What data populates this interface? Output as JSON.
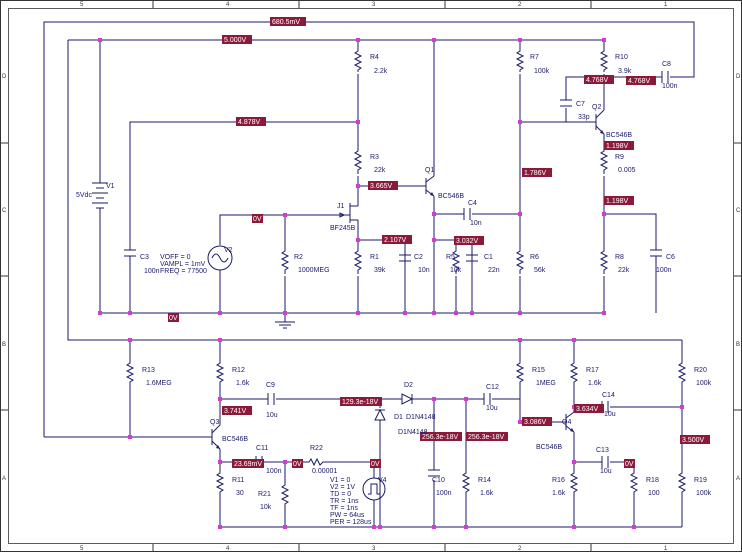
{
  "colors": {
    "wire": "#1a1a6a",
    "node": "#d63ad6",
    "voltage_tag_bg": "#8b1a3a",
    "voltage_tag_text": "#ffffff",
    "frame": "#333333"
  },
  "frame": {
    "cols_top": [
      "5",
      "4",
      "3",
      "2",
      "1"
    ],
    "cols_bottom": [
      "5",
      "4",
      "3",
      "2",
      "1"
    ],
    "rows_left": [
      "D",
      "C",
      "B",
      "A"
    ],
    "rows_right": [
      "D",
      "C",
      "B",
      "A"
    ]
  },
  "voltages": {
    "v_top_wire": "680.5mV",
    "v_supply": "5.000V",
    "v_bias": "4.878V",
    "v_q1_base": "3.665V",
    "v_j1_source": "2.107V",
    "v_q1_emitter": "3.032V",
    "v_j1_gate": "0V",
    "v_ground": "0V",
    "v_q1_collector": "1.786V",
    "v_q2_collector": "4.768V",
    "v_c8": "4.768V",
    "v_q2_emitter": "1.198V",
    "v_r9_bottom": "1.198V",
    "v_q3_base": "3.741V",
    "v_q3_emitter": "23.69mV",
    "v_r22_right": "0V",
    "v_v4_top": "0V",
    "v_d2_left": "129.3e-18V",
    "v_c10": "256.3e-18V",
    "v_c12": "256.3e-18V",
    "v_q4_base": "3.086V",
    "v_q4_collector": "3.634V",
    "v_q4_emitter": "0V",
    "v_r20": "3.500V"
  },
  "components": {
    "V1": {
      "ref": "V1",
      "value": "5Vdc"
    },
    "V2": {
      "ref": "V2",
      "params": [
        "VOFF = 0",
        "VAMPL = 1mV",
        "FREQ = 77500"
      ]
    },
    "V4": {
      "ref": "V4",
      "params": [
        "V1 = 0",
        "V2 = 1V",
        "TD = 0",
        "TR = 1ns",
        "TF = 1ns",
        "PW = 64us",
        "PER = 128us"
      ]
    },
    "R1": {
      "ref": "R1",
      "value": "39k"
    },
    "R2": {
      "ref": "R2",
      "value": "1000MEG"
    },
    "R3": {
      "ref": "R3",
      "value": "22k"
    },
    "R4": {
      "ref": "R4",
      "value": "2.2k"
    },
    "R5": {
      "ref": "R5",
      "value": "10k"
    },
    "R6": {
      "ref": "R6",
      "value": "56k"
    },
    "R7": {
      "ref": "R7",
      "value": "100k"
    },
    "R8": {
      "ref": "R8",
      "value": "22k"
    },
    "R9": {
      "ref": "R9",
      "value": "0.005"
    },
    "R10": {
      "ref": "R10",
      "value": "3.9k"
    },
    "R11": {
      "ref": "R11",
      "value": "30"
    },
    "R12": {
      "ref": "R12",
      "value": "1.6k"
    },
    "R13": {
      "ref": "R13",
      "value": "1.6MEG"
    },
    "R14": {
      "ref": "R14",
      "value": "1.6k"
    },
    "R15": {
      "ref": "R15",
      "value": "1MEG"
    },
    "R16": {
      "ref": "R16",
      "value": "1.6k"
    },
    "R17": {
      "ref": "R17",
      "value": "1.6k"
    },
    "R18": {
      "ref": "R18",
      "value": "100"
    },
    "R19": {
      "ref": "R19",
      "value": "100k"
    },
    "R20": {
      "ref": "R20",
      "value": "100k"
    },
    "R21": {
      "ref": "R21",
      "value": "10k"
    },
    "R22": {
      "ref": "R22",
      "value": "0.00001"
    },
    "C1": {
      "ref": "C1",
      "value": "22n"
    },
    "C2": {
      "ref": "C2",
      "value": "10n"
    },
    "C3": {
      "ref": "C3",
      "value": "100n"
    },
    "C4": {
      "ref": "C4",
      "value": "10n"
    },
    "C6": {
      "ref": "C6",
      "value": "100n"
    },
    "C7": {
      "ref": "C7",
      "value": "33p"
    },
    "C8": {
      "ref": "C8",
      "value": "100n"
    },
    "C9": {
      "ref": "C9",
      "value": "10u"
    },
    "C10": {
      "ref": "C10",
      "value": "100n"
    },
    "C11": {
      "ref": "C11",
      "value": "100n"
    },
    "C12": {
      "ref": "C12",
      "value": "10u"
    },
    "C13": {
      "ref": "C13",
      "value": "10u"
    },
    "C14": {
      "ref": "C14",
      "value": "10u"
    },
    "J1": {
      "ref": "J1",
      "value": "BF245B"
    },
    "Q1": {
      "ref": "Q1",
      "value": "BC546B"
    },
    "Q2": {
      "ref": "Q2",
      "value": "BC546B"
    },
    "Q3": {
      "ref": "Q3",
      "value": "BC546B"
    },
    "Q4": {
      "ref": "Q4",
      "value": "BC546B"
    },
    "D1": {
      "ref": "D1",
      "value": "D1N4148"
    },
    "D2": {
      "ref": "D2",
      "value": "D1N4148"
    }
  }
}
